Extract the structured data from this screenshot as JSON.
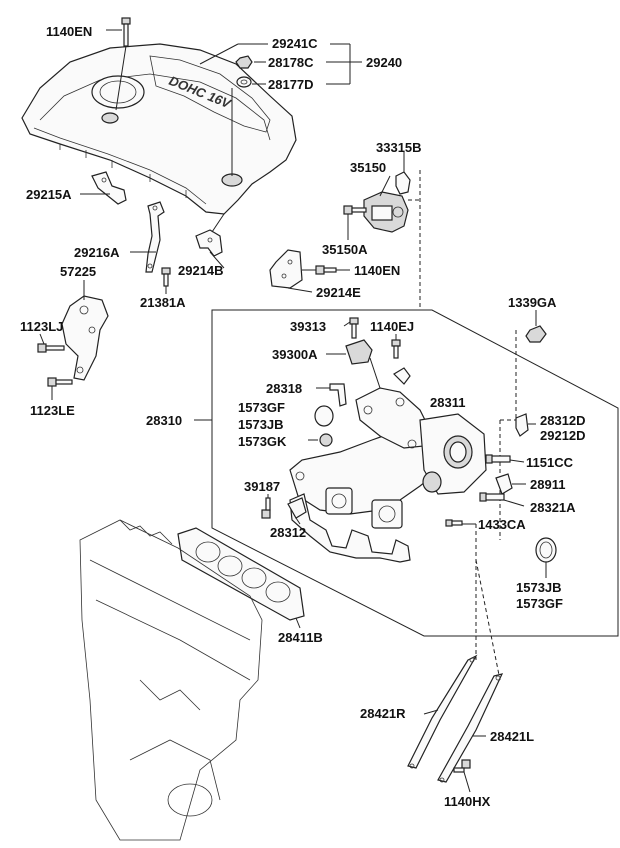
{
  "labels": {
    "l1140EN_top": "1140EN",
    "l29241C": "29241C",
    "l28178C": "28178C",
    "l29240": "29240",
    "l28177D": "28177D",
    "l33315B": "33315B",
    "l35150": "35150",
    "l29215A": "29215A",
    "l35150A": "35150A",
    "l29216A": "29216A",
    "l1140EN_mid": "1140EN",
    "l29214B": "29214B",
    "l57225": "57225",
    "l29214E": "29214E",
    "l21381A": "21381A",
    "l1339GA": "1339GA",
    "l1123LJ": "1123LJ",
    "l39313": "39313",
    "l1140EJ": "1140EJ",
    "l39300A": "39300A",
    "l1123LE": "1123LE",
    "l28318": "28318",
    "l28311": "28311",
    "l28310": "28310",
    "l1573GF_a": "1573GF",
    "l1573JB_a": "1573JB",
    "l28312D": "28312D",
    "l29212D": "29212D",
    "l1573GK": "1573GK",
    "l1151CC": "1151CC",
    "l28911": "28911",
    "l39187": "39187",
    "l28321A": "28321A",
    "l28312": "28312",
    "l1433CA": "1433CA",
    "l1573JB_b": "1573JB",
    "l1573GF_b": "1573GF",
    "l28411B": "28411B",
    "l28421R": "28421R",
    "l28421L": "28421L",
    "l1140HX": "1140HX"
  },
  "cover_text": "DOHC 16V"
}
